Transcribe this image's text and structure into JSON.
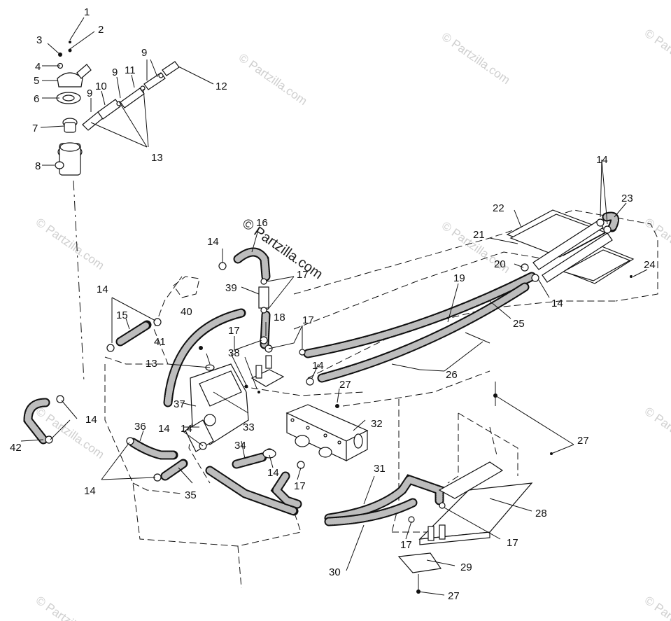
{
  "watermark": {
    "text": "© Partzilla.com",
    "center_text": "© Partzilla.com"
  },
  "labels": [
    "1",
    "2",
    "3",
    "4",
    "5",
    "6",
    "7",
    "8",
    "9",
    "9",
    "9",
    "10",
    "11",
    "12",
    "13",
    "13",
    "14",
    "14",
    "14",
    "14",
    "14",
    "14",
    "14",
    "14",
    "14",
    "14",
    "15",
    "16",
    "17",
    "17",
    "17",
    "17",
    "17",
    "17",
    "18",
    "19",
    "20",
    "21",
    "22",
    "23",
    "24",
    "25",
    "26",
    "27",
    "27",
    "27",
    "28",
    "29",
    "30",
    "31",
    "32",
    "33",
    "34",
    "35",
    "36",
    "37",
    "38",
    "39",
    "40",
    "41",
    "42"
  ]
}
